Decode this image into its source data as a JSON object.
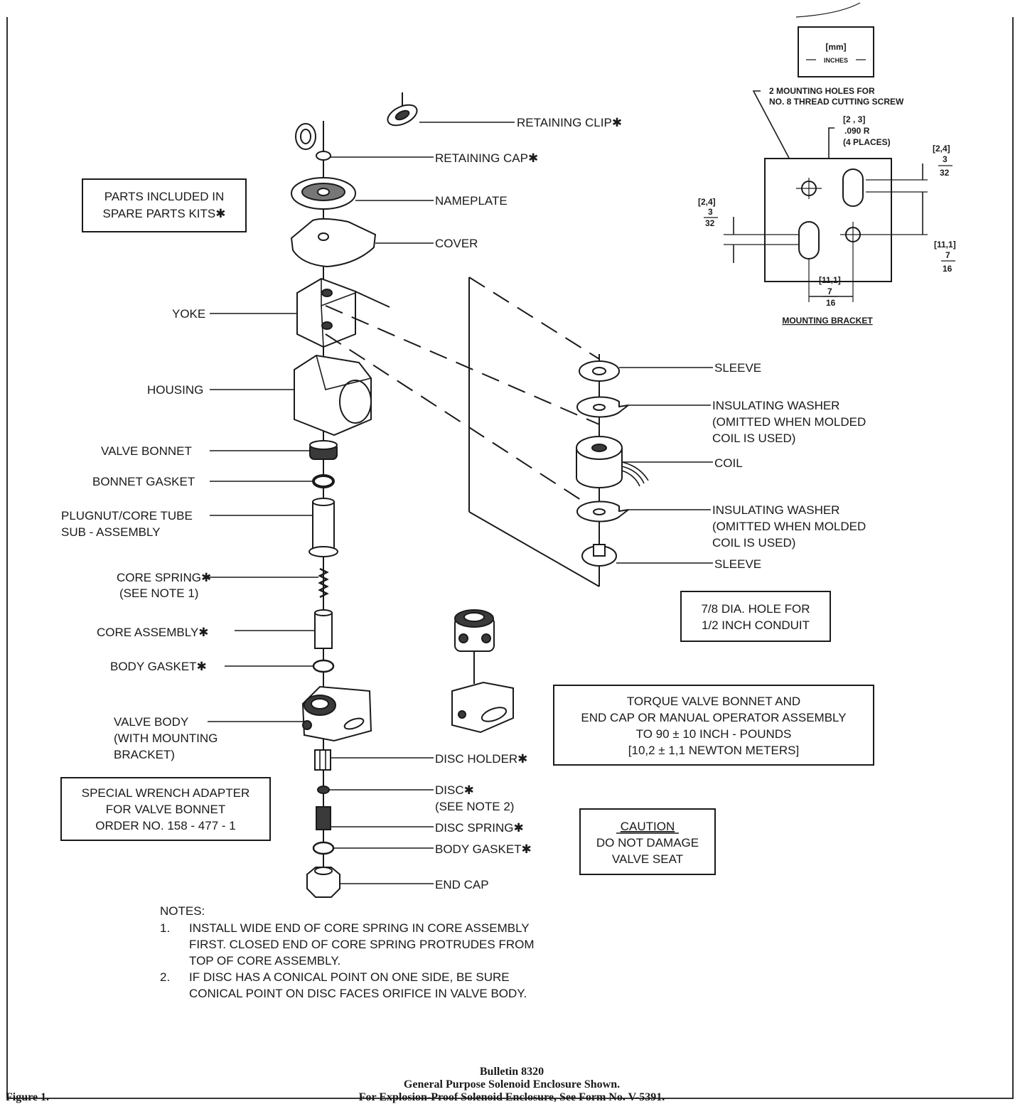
{
  "parts": {
    "retaining_clip": "RETAINING CLIP✱",
    "retaining_cap": "RETAINING CAP✱",
    "nameplate": "NAMEPLATE",
    "cover": "COVER",
    "yoke": "YOKE",
    "housing": "HOUSING",
    "valve_bonnet": "VALVE BONNET",
    "bonnet_gasket": "BONNET GASKET",
    "plugnut_1": "PLUGNUT/CORE TUBE",
    "plugnut_2": "SUB - ASSEMBLY",
    "core_spring_1": "CORE SPRING✱",
    "core_spring_2": "(SEE NOTE 1)",
    "core_assembly": "CORE ASSEMBLY✱",
    "body_gasket_upper": "BODY GASKET✱",
    "valve_body_1": "VALVE BODY",
    "valve_body_2": "(WITH MOUNTING",
    "valve_body_3": "BRACKET)",
    "disc_holder": "DISC HOLDER✱",
    "disc_1": "DISC✱",
    "disc_2": "(SEE NOTE 2)",
    "disc_spring": "DISC SPRING✱",
    "body_gasket_lower": "BODY GASKET✱",
    "end_cap": "END CAP",
    "sleeve_upper": "SLEEVE",
    "insulating_washer_upper_1": "INSULATING WASHER",
    "insulating_washer_upper_2": "(OMITTED WHEN MOLDED",
    "insulating_washer_upper_3": "COIL IS USED)",
    "coil": "COIL",
    "insulating_washer_lower_1": "INSULATING WASHER",
    "insulating_washer_lower_2": "(OMITTED WHEN MOLDED",
    "insulating_washer_lower_3": "COIL IS USED)",
    "sleeve_lower": "SLEEVE"
  },
  "boxes": {
    "spare_parts_1": "PARTS INCLUDED IN",
    "spare_parts_2": "SPARE PARTS KITS✱",
    "conduit_1": "7/8 DIA. HOLE FOR",
    "conduit_2": "1/2 INCH CONDUIT",
    "torque_1": "TORQUE VALVE BONNET AND",
    "torque_2": "END CAP OR MANUAL OPERATOR ASSEMBLY",
    "torque_3": "TO 90 ± 10 INCH - POUNDS",
    "torque_4": "[10,2 ± 1,1 NEWTON METERS]",
    "wrench_1": "SPECIAL WRENCH ADAPTER",
    "wrench_2": "FOR VALVE BONNET",
    "wrench_3": "ORDER NO. 158 - 477 - 1",
    "caution_title": "CAUTION",
    "caution_1": "DO NOT DAMAGE",
    "caution_2": "VALVE SEAT"
  },
  "bracket": {
    "units_mm": "[mm]",
    "units_inches": "INCHES",
    "holes_1": "2 MOUNTING HOLES FOR",
    "holes_2": "NO. 8 THREAD CUTTING SCREW",
    "r_mm": "[2 , 3]",
    "r_in": ".090 R",
    "r_places": "(4 PLACES)",
    "dim_tr_mm": "[2,4]",
    "dim_tr_num": "3",
    "dim_tr_den": "32",
    "dim_l_mm": "[2,4]",
    "dim_l_num": "3",
    "dim_l_den": "32",
    "dim_r_mm": "[11,1]",
    "dim_r_num": "7",
    "dim_r_den": "16",
    "dim_b_mm": "[11,1]",
    "dim_b_num": "7",
    "dim_b_den": "16",
    "caption": "MOUNTING BRACKET"
  },
  "notes": {
    "title": "NOTES:",
    "n1_num": "1.",
    "n1_l1": "INSTALL WIDE END OF CORE SPRING IN CORE ASSEMBLY",
    "n1_l2": "FIRST.  CLOSED END OF CORE SPRING PROTRUDES FROM",
    "n1_l3": "TOP OF CORE ASSEMBLY.",
    "n2_num": "2.",
    "n2_l1": "IF DISC HAS A CONICAL POINT ON ONE SIDE, BE SURE",
    "n2_l2": "CONICAL POINT ON DISC FACES ORIFICE IN VALVE BODY."
  },
  "footer": {
    "bulletin": "Bulletin 8320",
    "line2": "General Purpose Solenoid Enclosure Shown.",
    "line3": "For Explosion-Proof Solenoid Enclosure, See Form No. V-5391.",
    "figure": "Figure 1."
  }
}
